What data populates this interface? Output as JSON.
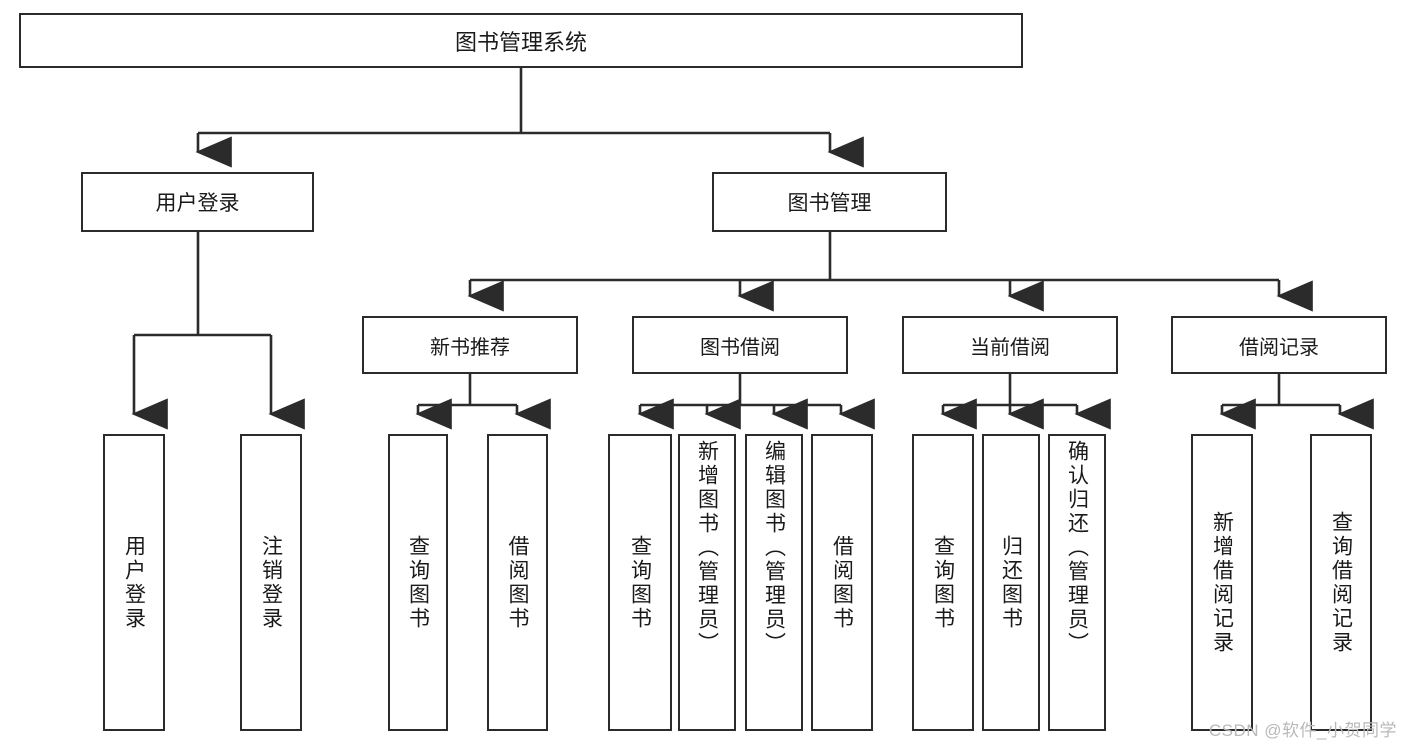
{
  "diagram": {
    "title": "图书管理系统",
    "type": "tree-hierarchy-diagram",
    "watermark": "CSDN @软件_小贺同学",
    "colors": {
      "box_border": "#2b2b2b",
      "box_fill": "#ffffff",
      "connector": "#2b2b2b",
      "text": "#1a1a1a",
      "watermark": "#b9b9b9",
      "background": "#ffffff"
    },
    "root": {
      "label": "图书管理系统"
    },
    "level2": [
      {
        "label": "用户登录"
      },
      {
        "label": "图书管理"
      }
    ],
    "level3": [
      {
        "label": "新书推荐"
      },
      {
        "label": "图书借阅"
      },
      {
        "label": "当前借阅"
      },
      {
        "label": "借阅记录"
      }
    ],
    "leaves": [
      {
        "label": "用户登录",
        "parent": "用户登录",
        "align": "center"
      },
      {
        "label": "注销登录",
        "parent": "用户登录",
        "align": "center"
      },
      {
        "label": "查询图书",
        "parent": "新书推荐",
        "align": "center"
      },
      {
        "label": "借阅图书",
        "parent": "新书推荐",
        "align": "center"
      },
      {
        "label": "查询图书",
        "parent": "图书借阅",
        "align": "center"
      },
      {
        "label": "新增图书（管理员）",
        "parent": "图书借阅",
        "align": "top"
      },
      {
        "label": "编辑图书（管理员）",
        "parent": "图书借阅",
        "align": "top"
      },
      {
        "label": "借阅图书",
        "parent": "图书借阅",
        "align": "center"
      },
      {
        "label": "查询图书",
        "parent": "当前借阅",
        "align": "center"
      },
      {
        "label": "归还图书",
        "parent": "当前借阅",
        "align": "center"
      },
      {
        "label": "确认归还（管理员）",
        "parent": "当前借阅",
        "align": "top"
      },
      {
        "label": "新增借阅记录",
        "parent": "借阅记录",
        "align": "center"
      },
      {
        "label": "查询借阅记录",
        "parent": "借阅记录",
        "align": "center"
      }
    ]
  }
}
